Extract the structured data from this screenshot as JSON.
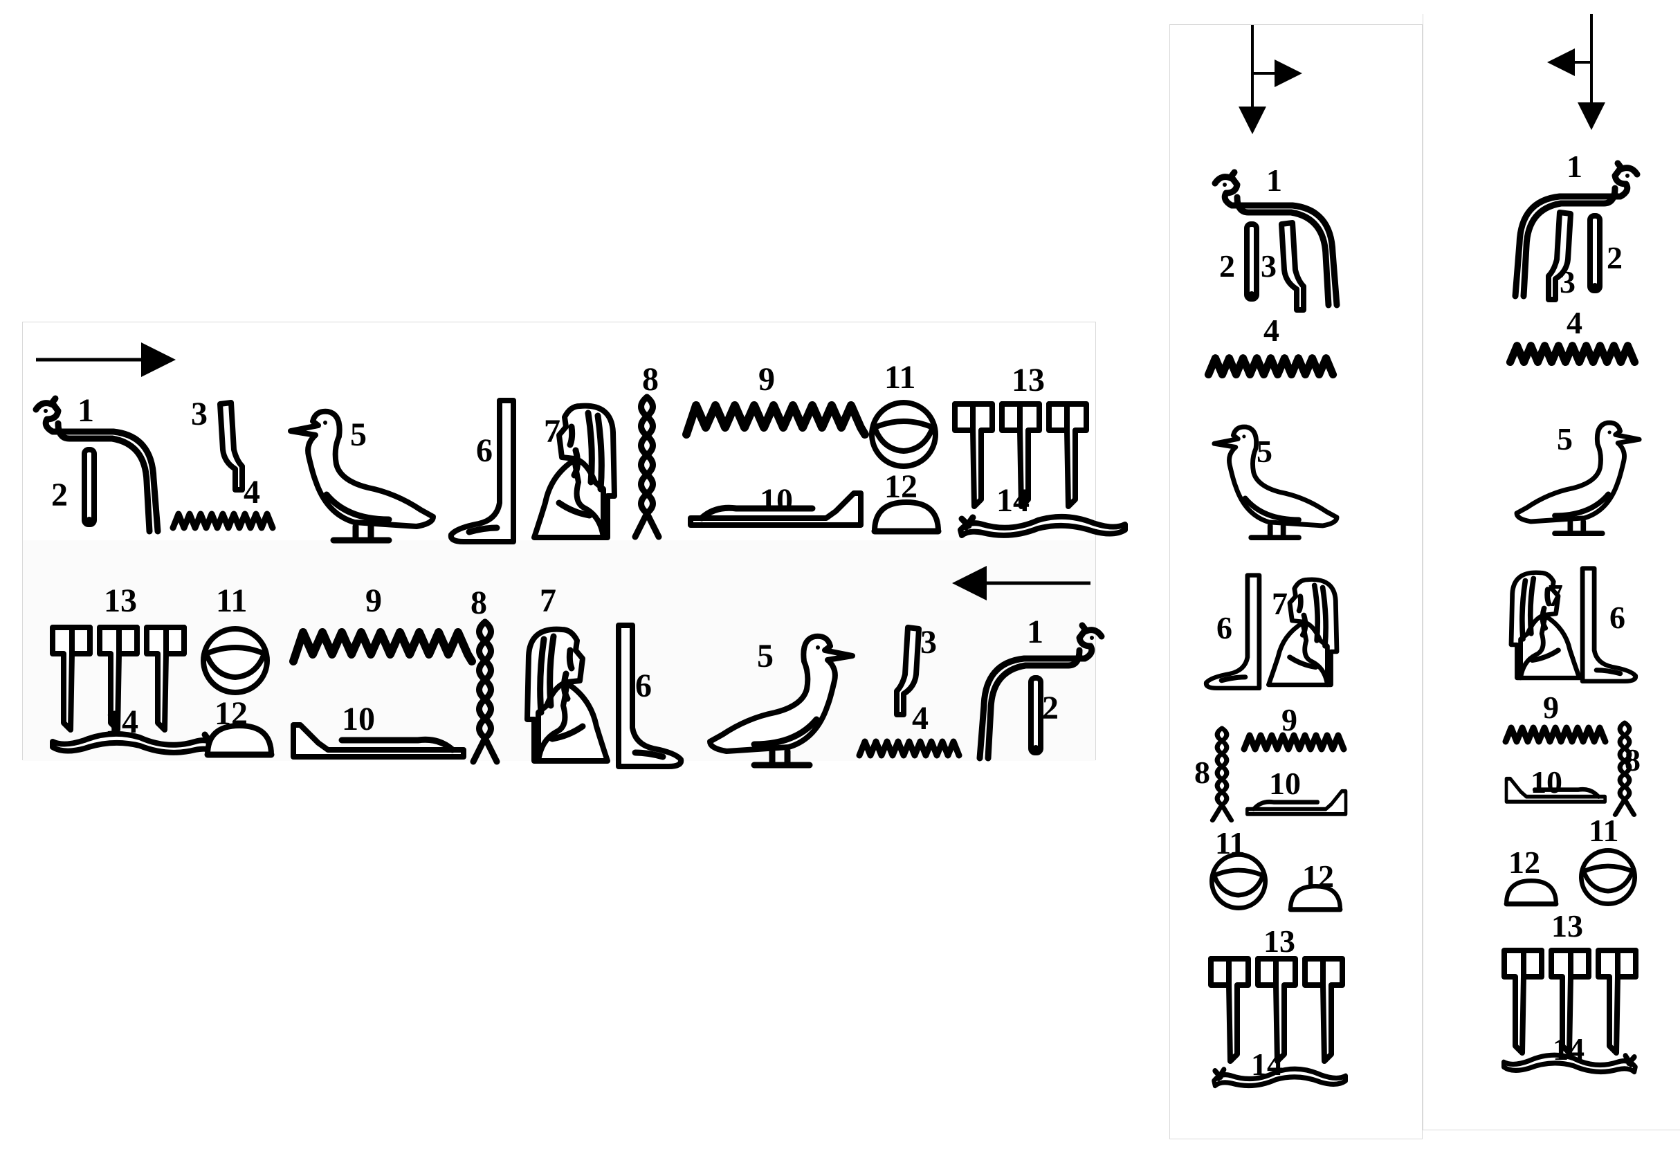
{
  "figure": {
    "horizontal": {
      "ltr": {
        "direction": "left-to-right",
        "labels": [
          "1",
          "2",
          "3",
          "4",
          "5",
          "6",
          "7",
          "8",
          "9",
          "10",
          "11",
          "12",
          "13",
          "14"
        ]
      },
      "rtl": {
        "direction": "right-to-left",
        "labels": [
          "13",
          "11",
          "9",
          "8",
          "7",
          "14",
          "12",
          "10",
          "6",
          "5",
          "3",
          "1",
          "4",
          "2"
        ]
      }
    },
    "vertical": {
      "ltr": {
        "direction": "top-to-bottom, facing right",
        "labels": [
          "1",
          "2",
          "3",
          "4",
          "5",
          "6",
          "7",
          "9",
          "8",
          "10",
          "11",
          "12",
          "13",
          "14"
        ]
      },
      "rtl": {
        "direction": "top-to-bottom, facing left",
        "labels": [
          "1",
          "2",
          "3",
          "4",
          "5",
          "7",
          "6",
          "9",
          "8",
          "10",
          "11",
          "12",
          "13",
          "14"
        ]
      }
    }
  },
  "colors": {
    "ink": "#000000",
    "background": "#ffffff",
    "panel_border": "#d9d9d9"
  },
  "icons": [
    "arrow-icon",
    "horned-viper-icon",
    "stroke-icon",
    "reed-leaf-icon",
    "water-icon",
    "duck-icon",
    "leg-icon",
    "seated-woman-icon",
    "twisted-flax-icon",
    "water-canal-icon",
    "sledge-icon",
    "placenta-icon",
    "bread-loaf-icon",
    "flag-icon",
    "worm-icon"
  ]
}
